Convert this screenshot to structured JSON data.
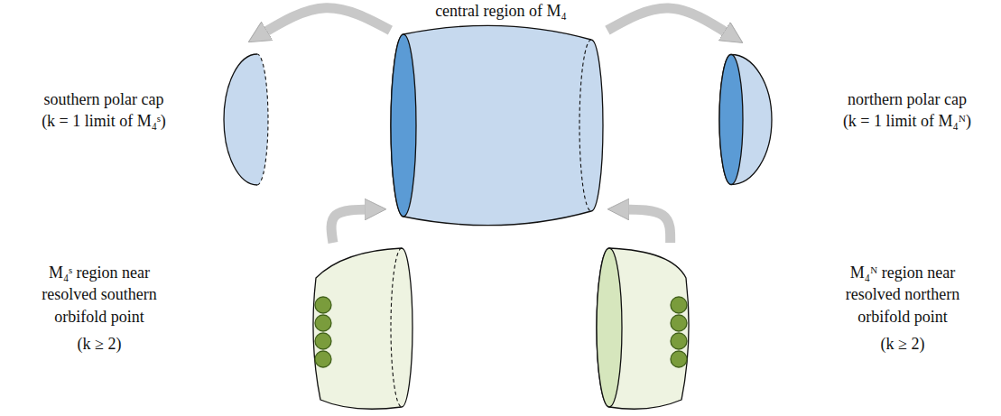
{
  "diagram": {
    "nodes": [
      {
        "text": [
          "central region of M₄"
        ]
      },
      {
        "text": [
          "southern polar cap",
          "(k = 1 limit of M₄ˢ)"
        ]
      },
      {
        "text": [
          "northern polar cap",
          "(k = 1 limit of M₄ᴺ)"
        ]
      },
      {
        "text": [
          "M₄ˢ region near resolved southern orbifold point",
          "(k ≥ 2)"
        ]
      },
      {
        "text": [
          "M₄ᴺ region near resolved northern orbifold point",
          "(k ≥ 2)"
        ]
      }
    ],
    "edges": [
      {
        "from": 0,
        "to": 1,
        "arrow": "to"
      },
      {
        "from": 0,
        "to": 2,
        "arrow": "to"
      },
      {
        "from": 3,
        "to": 0,
        "arrow": "to"
      },
      {
        "from": 4,
        "to": 0,
        "arrow": "to"
      }
    ]
  }
}
